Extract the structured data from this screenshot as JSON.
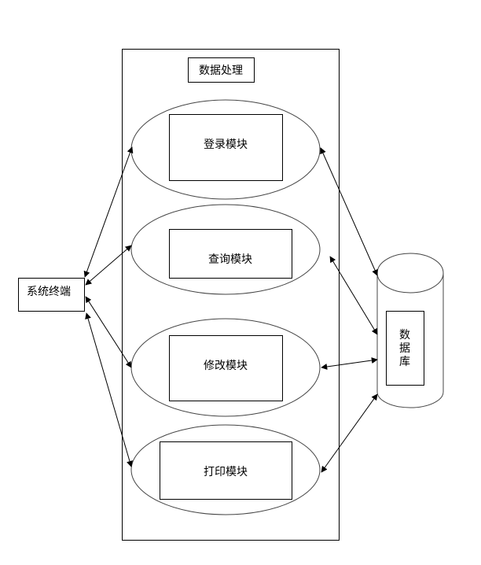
{
  "diagram": {
    "container_label": "数据处理",
    "terminal_label": "系统终端",
    "database_label": [
      "数",
      "据",
      "库"
    ],
    "modules": [
      {
        "label": "登录模块"
      },
      {
        "label": "查询模块"
      },
      {
        "label": "修改模块"
      },
      {
        "label": "打印模块"
      }
    ],
    "edges": [
      {
        "from": "系统终端",
        "to": "登录模块",
        "direction": "both"
      },
      {
        "from": "系统终端",
        "to": "查询模块",
        "direction": "both"
      },
      {
        "from": "系统终端",
        "to": "修改模块",
        "direction": "both"
      },
      {
        "from": "系统终端",
        "to": "打印模块",
        "direction": "both"
      },
      {
        "from": "数据库",
        "to": "登录模块",
        "direction": "both"
      },
      {
        "from": "数据库",
        "to": "查询模块",
        "direction": "both"
      },
      {
        "from": "数据库",
        "to": "修改模块",
        "direction": "both"
      },
      {
        "from": "数据库",
        "to": "打印模块",
        "direction": "both"
      }
    ],
    "stroke_color": "#000000",
    "ellipse_stroke_color": "#444444"
  }
}
